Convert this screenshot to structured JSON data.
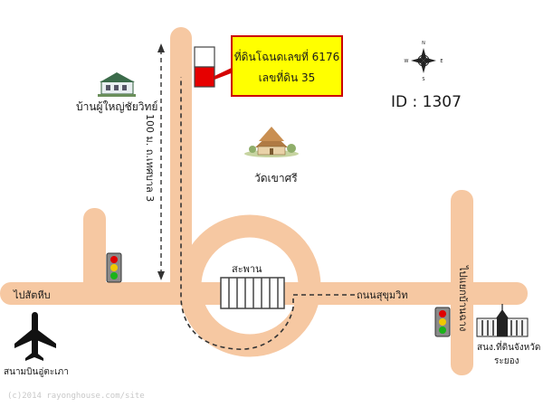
{
  "labels": {
    "callout_line1": "ที่ดินโฉนดเลขที่ 6176",
    "callout_line2": "เลขที่ดิน 35",
    "map_id": "ID : 1307",
    "house": "บ้านผู้ใหญ่ชัยวิทย์",
    "distance": "100 ม. ถ.เทศบาล 3",
    "temple": "วัดเขาศรี",
    "bridge": "สะพาน",
    "sukhumvit": "ถนนสุขุมวิท",
    "to_sattahip": "ไปสัตหีบ",
    "to_ban_chang": "ไปแยกบ้านฉาง",
    "airport": "สนามบินอู่ตะเภา",
    "land_office_line1": "สนง.ที่ดินจังหวัด",
    "land_office_line2": "ระยอง",
    "copyright": "(c)2014 rayonghouse.com/site"
  },
  "compass": {
    "n": "N",
    "s": "S",
    "e": "E",
    "w": "W"
  },
  "colors": {
    "road": "#f6c8a2",
    "callout_fill": "#ffff00",
    "callout_border": "#cc0000",
    "marker_red": "#e60000",
    "arrow": "#d40000"
  },
  "icons": [
    "compass-icon",
    "traffic-light-icon",
    "airplane-icon",
    "house-icon",
    "temple-icon",
    "government-building-icon"
  ]
}
